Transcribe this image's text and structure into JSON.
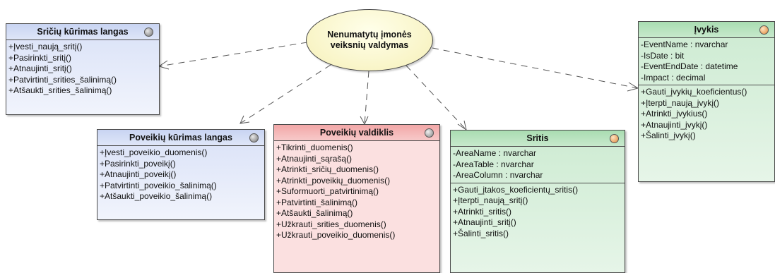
{
  "use_case": {
    "line1": "Nenumatytų įmonės",
    "line2": "veiksnių valdymas"
  },
  "classes": {
    "sriciu_langas": {
      "title": "Sričių kūrimas langas",
      "operations": [
        "+Įvesti_naują_sritį()",
        "+Pasirinkti_sritį()",
        "+Atnaujinti_sritį()",
        "+Patvirtinti_srities_šalinimą()",
        "+Atšaukti_srities_šalinimą()"
      ]
    },
    "poveikiu_langas": {
      "title": "Poveikių kūrimas langas",
      "operations": [
        "+Įvesti_poveikio_duomenis()",
        "+Pasirinkti_poveikį()",
        "+Atnaujinti_poveikį()",
        "+Patvirtinti_poveikio_šalinimą()",
        "+Atšaukti_poveikio_šalinimą()"
      ]
    },
    "poveikiu_valdiklis": {
      "title": "Poveikių valdiklis",
      "operations": [
        "+Tikrinti_duomenis()",
        "+Atnaujinti_sąrašą()",
        "+Atrinkti_sričių_duomenis()",
        "+Atrinkti_poveikių_duomenis()",
        "+Suformuorti_patvirtinimą()",
        "+Patvirtinti_šalinimą()",
        "+Atšaukti_šalinimą()",
        "+Užkrauti_srities_duomenis()",
        "+Užkrauti_poveikio_duomenis()"
      ]
    },
    "sritis": {
      "title": "Sritis",
      "attributes": [
        "-AreaName : nvarchar",
        "-AreaTable : nvarchar",
        "-AreaColumn : nvarchar"
      ],
      "operations": [
        "+Gauti_įtakos_koeficientų_sritis()",
        "+Įterpti_naują_sritį()",
        "+Atrinkti_sritis()",
        "+Atnaujinti_sritį()",
        "+Šalinti_sritis()"
      ]
    },
    "ivykis": {
      "title": "Įvykis",
      "attributes": [
        "-EventName : nvarchar",
        "-IsDate : bit",
        "-EventEndDate : datetime",
        "-Impact : decimal"
      ],
      "operations": [
        "+Gauti_įvykių_koeficientus()",
        "+Įterpti_naują_įvykį()",
        "+Atrinkti_įvykius()",
        "+Atnaujinti_įvykį()",
        "+Šalinti_įvykį()"
      ]
    }
  }
}
